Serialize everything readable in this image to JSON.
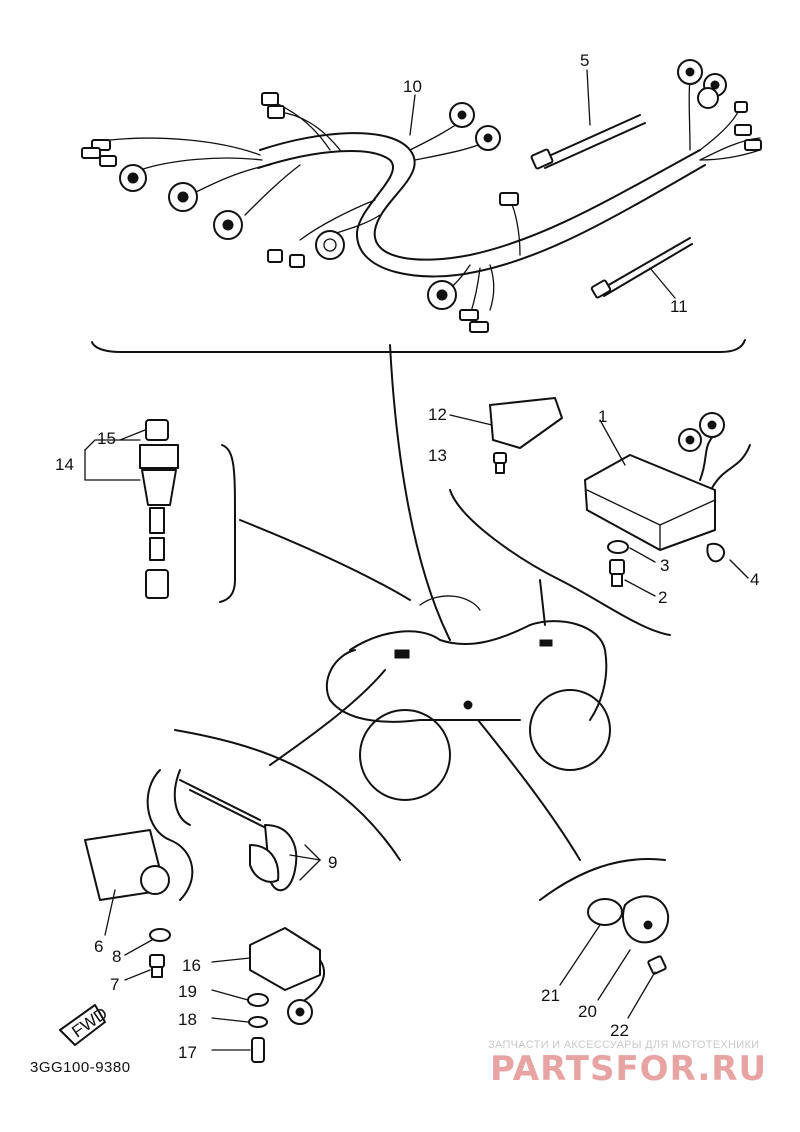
{
  "diagram": {
    "callouts": [
      "1",
      "2",
      "3",
      "4",
      "5",
      "6",
      "7",
      "8",
      "9",
      "10",
      "11",
      "12",
      "13",
      "14",
      "15",
      "16",
      "17",
      "18",
      "19",
      "20",
      "21",
      "22"
    ],
    "drawing_code": "3GG100-9380",
    "fwd_label": "FWD"
  },
  "watermark": {
    "tagline": "ЗАПЧАСТИ И АКСЕССУАРЫ ДЛЯ МОТОТЕХНИКИ",
    "site": "PARTSFOR.RU",
    "color": "#e8a3a3"
  }
}
